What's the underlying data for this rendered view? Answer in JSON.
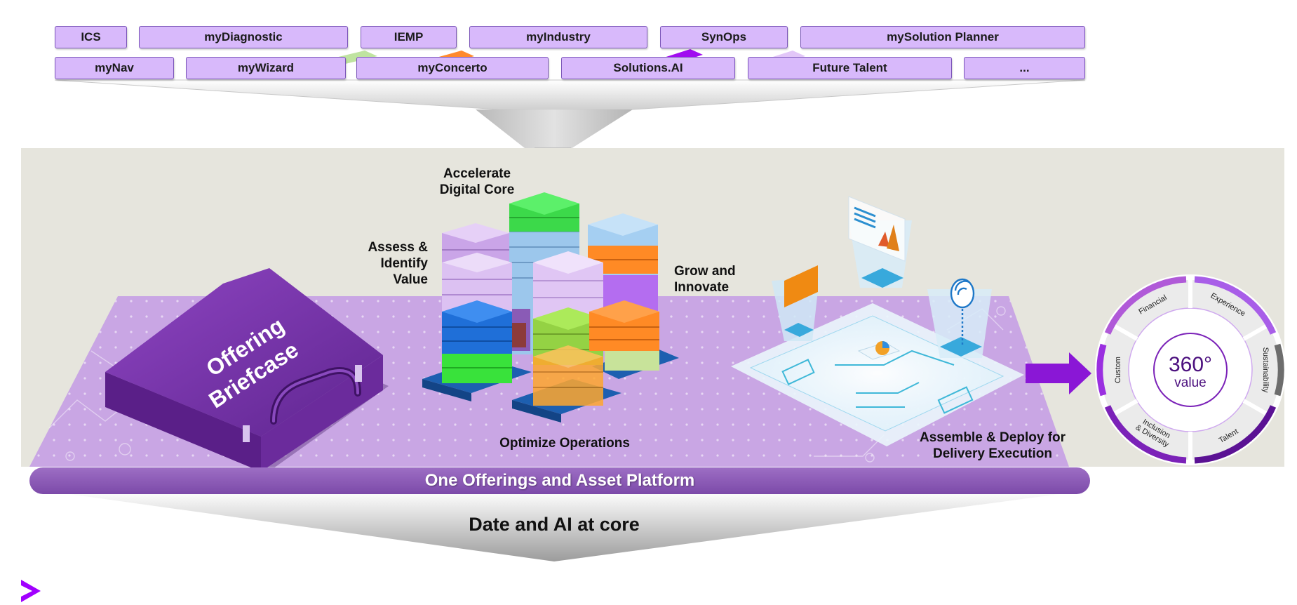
{
  "tools_row1": [
    {
      "label": "ICS"
    },
    {
      "label": "myDiagnostic"
    },
    {
      "label": "IEMP"
    },
    {
      "label": "myIndustry"
    },
    {
      "label": "SynOps"
    },
    {
      "label": "mySolution Planner"
    }
  ],
  "tools_row2": [
    {
      "label": "myNav"
    },
    {
      "label": "myWizard"
    },
    {
      "label": "myConcerto"
    },
    {
      "label": "Solutions.AI"
    },
    {
      "label": "Future Talent"
    },
    {
      "label": "..."
    }
  ],
  "stages": {
    "accelerate": [
      "Accelerate",
      "Digital Core"
    ],
    "assess": [
      "Assess &",
      "Identify",
      "Value"
    ],
    "grow": [
      "Grow and",
      "Innovate"
    ],
    "optimize": "Optimize Operations",
    "assemble": [
      "Assemble & Deploy for",
      "Delivery Execution"
    ]
  },
  "briefcase": {
    "line1": "Offering",
    "line2": "Briefcase"
  },
  "platform_label": "One Offerings and Asset Platform",
  "core_label": "Date and AI at core",
  "value_wheel": {
    "center_big": "360°",
    "center_small": "value",
    "segments": [
      "Financial",
      "Experience",
      "Sustainability",
      "Talent",
      "Inclusion",
      "& Diversity",
      "Custom"
    ]
  },
  "colors": {
    "purple_brand": "#a100ff",
    "tool_fill": "#d8b9fb",
    "band_gray": "#e6e5dd",
    "platform_purple": "#c9a6e4",
    "briefcase": "#7a35a8"
  },
  "icons": [
    "accenture-chevron-logo",
    "arrow-right-icon",
    "envelope-icon",
    "wifi-icon",
    "chart-icon"
  ]
}
